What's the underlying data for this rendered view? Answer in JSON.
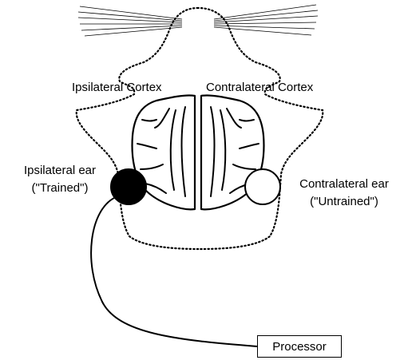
{
  "labels": {
    "ipsilateral_cortex": "Ipsilateral Cortex",
    "contralateral_cortex": "Contralateral Cortex",
    "ipsilateral_ear_line1": "Ipsilateral ear",
    "ipsilateral_ear_line2": "(\"Trained\")",
    "contralateral_ear_line1": "Contralateral ear",
    "contralateral_ear_line2": "(\"Untrained\")",
    "processor": "Processor"
  },
  "colors": {
    "stroke": "#000000",
    "trained_ear_fill": "#000000",
    "untrained_ear_fill": "#ffffff",
    "background": "#ffffff"
  }
}
